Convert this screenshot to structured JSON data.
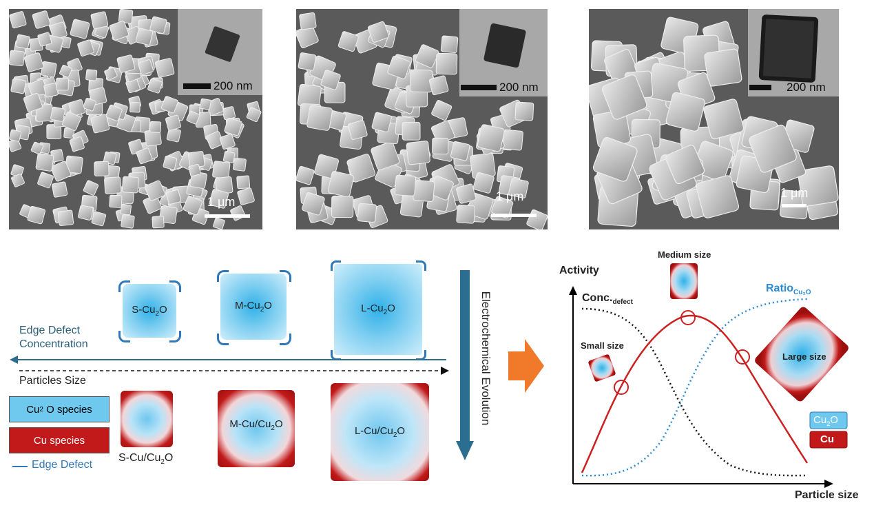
{
  "panels": [
    {
      "inset_scale": "200 nm",
      "scale": "1 μm"
    },
    {
      "inset_scale": "200 nm",
      "scale": "1 μm"
    },
    {
      "inset_scale": "200 nm",
      "scale": "1 μm"
    }
  ],
  "schematic": {
    "pristine_labels": [
      "S-Cu",
      "2",
      "O",
      "M-Cu",
      "2",
      "O",
      "L-Cu",
      "2",
      "O"
    ],
    "evolved_labels": [
      "S-Cu/Cu",
      "2",
      "O",
      "M-Cu/Cu",
      "2",
      "O",
      "L-Cu/Cu",
      "2",
      "O"
    ],
    "edge_defect_concentration": "Edge Defect\nConcentration",
    "edge_defect_line1": "Edge Defect",
    "edge_defect_line2": "Concentration",
    "particles_size": "Particles Size",
    "electrochemical_evolution": "Electrochemical Evolution",
    "legend": {
      "cu2o_species": "Cu",
      "cu2o_sub": "2",
      "cu2o_rest": "O species",
      "cu_species": "Cu species",
      "edge_defect": "Edge Defect"
    }
  },
  "plot": {
    "y_axis_label": "Activity",
    "x_axis_label": "Particle size",
    "conc_label": "Conc.",
    "conc_sub": "defect",
    "ratio_label": "Ratio",
    "ratio_sub": "Cu₂O",
    "small_size": "Small size",
    "medium_size": "Medium size",
    "large_size": "Large size",
    "legend_cu2o": "Cu",
    "legend_cu2o_sub": "2",
    "legend_cu2o_rest": "O",
    "legend_cu": "Cu",
    "colors": {
      "activity": "#cc1f1f",
      "conc": "#111111",
      "ratio": "#2a8bd4"
    }
  },
  "colors": {
    "arrow_orange": "#f07a2a",
    "dark_blue": "#2b6e8f",
    "edge_blue": "#2f77b7"
  }
}
